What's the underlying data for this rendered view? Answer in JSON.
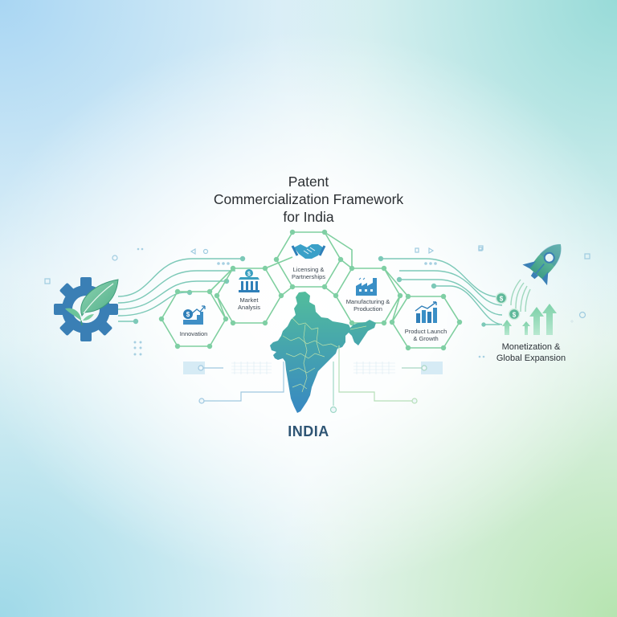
{
  "title": {
    "line1": "Patent",
    "line2": "Commercialization Framework",
    "line3": "for India"
  },
  "stages": [
    {
      "id": "innovation",
      "label_lines": [
        "Innovation"
      ],
      "icon": "dollar-growth-chart-icon"
    },
    {
      "id": "market-analysis",
      "label_lines": [
        "Market",
        "Analysis"
      ],
      "icon": "bank-building-icon"
    },
    {
      "id": "licensing",
      "label_lines": [
        "Licensing &",
        "Partnerships"
      ],
      "icon": "handshake-icon"
    },
    {
      "id": "manufacturing",
      "label_lines": [
        "Manufacturing &",
        "Production"
      ],
      "icon": "factory-icon"
    },
    {
      "id": "launch",
      "label_lines": [
        "Product Launch",
        "& Growth"
      ],
      "icon": "bar-chart-growth-icon"
    }
  ],
  "start_icon": "gear-leaf-icon",
  "center": {
    "map": "india-map",
    "label": "INDIA"
  },
  "end": {
    "icon": "rocket-icon",
    "label_line1": "Monetization &",
    "label_line2": "Global Expansion"
  },
  "colors": {
    "title_text": "#2b2f33",
    "india_label": "#2f5574",
    "gear_blue": "#3a7fb5",
    "leaf_green": "#6cc49a",
    "hex_line": "#7fcf9f",
    "hex_node": "#7fcfa4",
    "circuit_line": "#7dc9b8",
    "map_top": "#4fb8a0",
    "map_bottom": "#3a8fc0",
    "icon_blue": "#2f7fb8"
  }
}
